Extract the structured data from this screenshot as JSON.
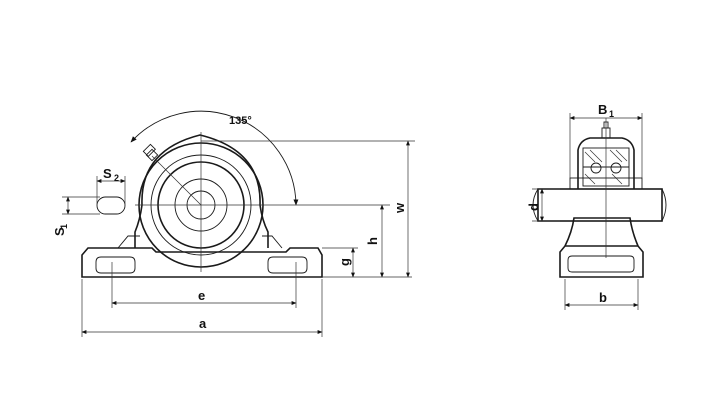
{
  "labels": {
    "angle": "135°",
    "s2": "S",
    "s2_sub": "2",
    "s1": "S",
    "s1_sub": "1",
    "e": "e",
    "a": "a",
    "g": "g",
    "h": "h",
    "w": "w",
    "B1": "B",
    "B1_sub": "1",
    "d": "d",
    "b": "b"
  }
}
